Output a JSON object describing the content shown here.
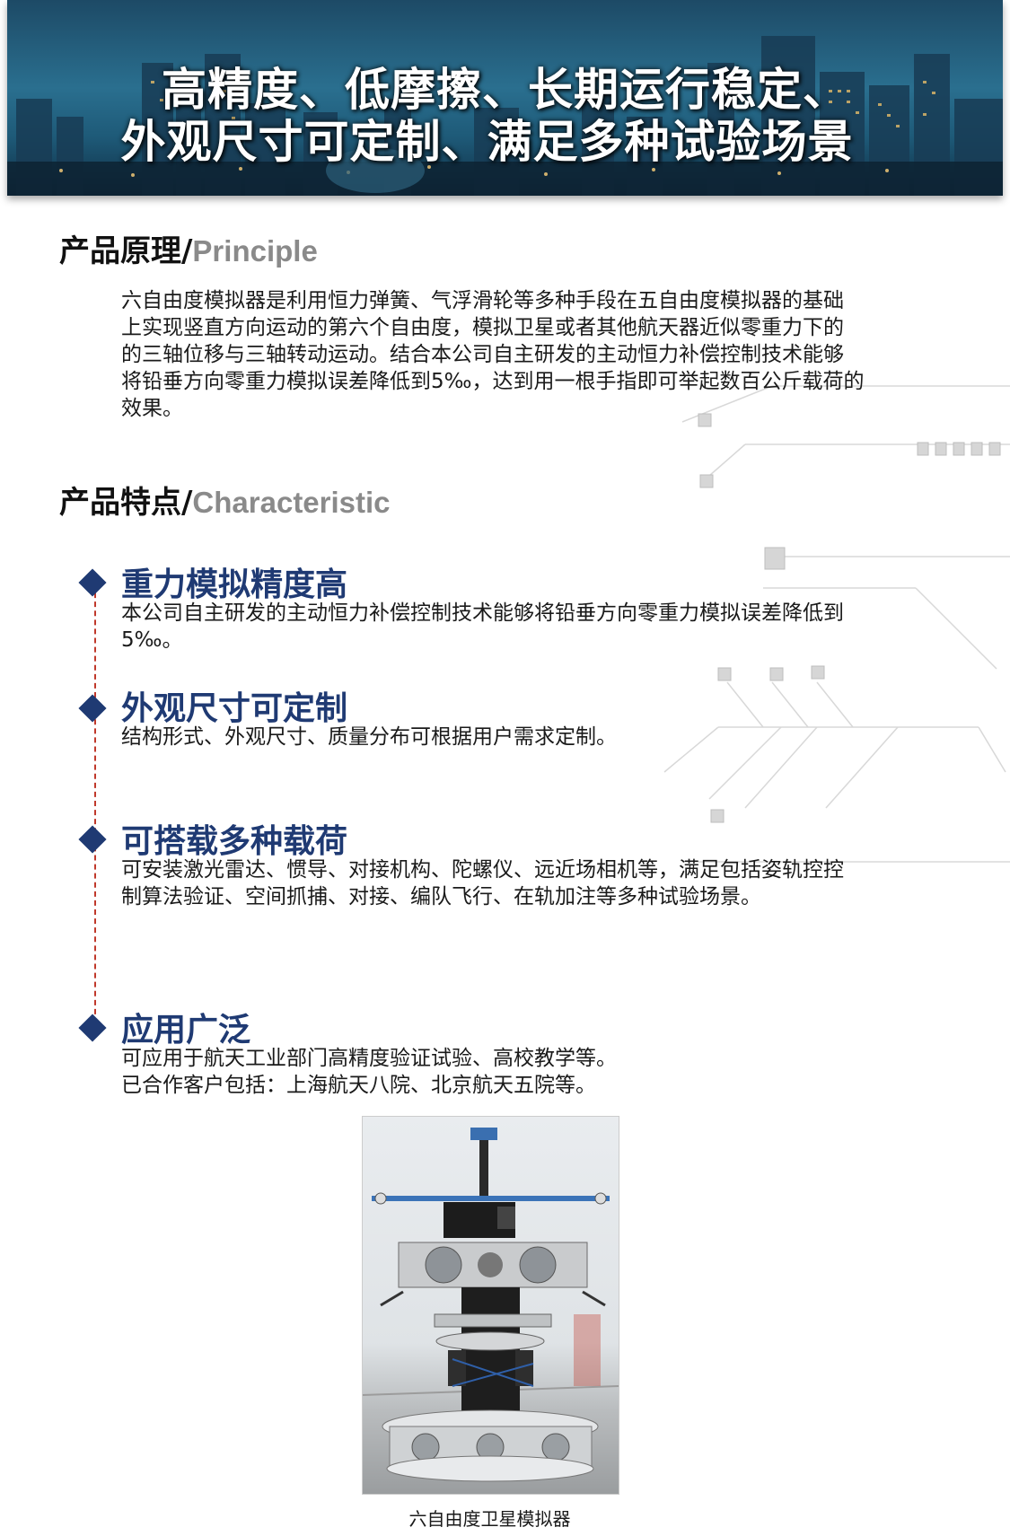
{
  "banner": {
    "line1": "高精度、低摩擦、长期运行稳定、",
    "line2": "外观尺寸可定制、满足多种试验场景"
  },
  "principle": {
    "heading_cn": "产品原理/",
    "heading_en": "Principle",
    "lines": [
      "六自由度模拟器是利用恒力弹簧、气浮滑轮等多种手段在五自由度模拟器的基础",
      "上实现竖直方向运动的第六个自由度，模拟卫星或者其他航天器近似零重力下的",
      "的三轴位移与三轴转动运动。结合本公司自主研发的主动恒力补偿控制技术能够",
      "将铅垂方向零重力模拟误差降低到5‰，达到用一根手指即可举起数百公斤载荷的",
      "效果。"
    ]
  },
  "characteristic": {
    "heading_cn": "产品特点/",
    "heading_en": "Characteristic",
    "features": [
      {
        "title": "重力模拟精度高",
        "lines": [
          "本公司自主研发的主动恒力补偿控制技术能够将铅垂方向零重力模拟误差降低到",
          "5‰。"
        ]
      },
      {
        "title": "外观尺寸可定制",
        "lines": [
          "结构形式、外观尺寸、质量分布可根据用户需求定制。"
        ]
      },
      {
        "title": "可搭载多种载荷",
        "lines": [
          "可安装激光雷达、惯导、对接机构、陀螺仪、远近场相机等，满足包括姿轨控控",
          "制算法验证、空间抓捕、对接、编队飞行、在轨加注等多种试验场景。"
        ]
      },
      {
        "title": "应用广泛",
        "lines": [
          "可应用于航天工业部门高精度验证试验、高校教学等。",
          "已合作客户包括：上海航天八院、北京航天五院等。"
        ]
      }
    ]
  },
  "photo": {
    "caption": "六自由度卫星模拟器"
  },
  "colors": {
    "accent": "#1f3a73",
    "timeline": "#c0392b",
    "heading_en": "#8a8a8a"
  }
}
